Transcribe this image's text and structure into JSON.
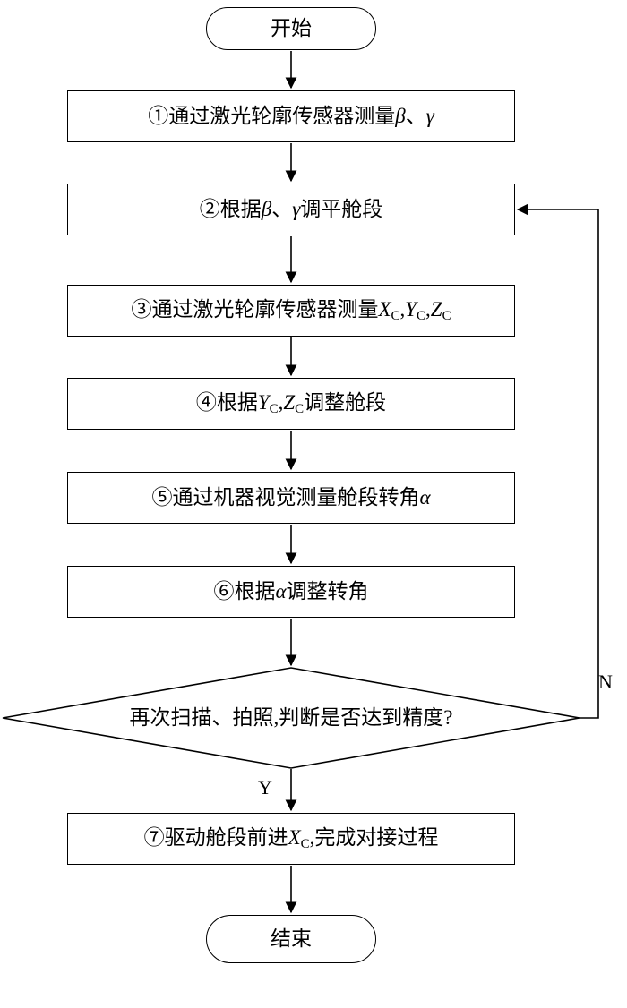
{
  "diagram": {
    "start": {
      "label": "开始"
    },
    "end": {
      "label": "结束"
    },
    "steps": [
      {
        "segments": [
          {
            "t": "①通过激光轮廓传感器测量"
          },
          {
            "t": "β",
            "style": "italic"
          },
          {
            "t": "、"
          },
          {
            "t": "γ",
            "style": "italic"
          }
        ]
      },
      {
        "segments": [
          {
            "t": "②根据"
          },
          {
            "t": "β",
            "style": "italic"
          },
          {
            "t": "、"
          },
          {
            "t": "γ",
            "style": "italic"
          },
          {
            "t": "调平舱段"
          }
        ]
      },
      {
        "segments": [
          {
            "t": "③通过激光轮廓传感器测量"
          },
          {
            "t": "X",
            "style": "italic"
          },
          {
            "t": "C",
            "style": "sub"
          },
          {
            "t": ","
          },
          {
            "t": "Y",
            "style": "italic"
          },
          {
            "t": "C",
            "style": "sub"
          },
          {
            "t": ","
          },
          {
            "t": "Z",
            "style": "italic"
          },
          {
            "t": "C",
            "style": "sub"
          }
        ]
      },
      {
        "segments": [
          {
            "t": "④根据"
          },
          {
            "t": "Y",
            "style": "italic"
          },
          {
            "t": "C",
            "style": "sub"
          },
          {
            "t": ","
          },
          {
            "t": "Z",
            "style": "italic"
          },
          {
            "t": "C",
            "style": "sub"
          },
          {
            "t": "调整舱段"
          }
        ]
      },
      {
        "segments": [
          {
            "t": "⑤通过机器视觉测量舱段转角"
          },
          {
            "t": "α",
            "style": "italic"
          }
        ]
      },
      {
        "segments": [
          {
            "t": "⑥根据"
          },
          {
            "t": "α",
            "style": "italic"
          },
          {
            "t": "调整转角"
          }
        ]
      },
      {
        "segments": [
          {
            "t": "⑦驱动舱段前进"
          },
          {
            "t": "X",
            "style": "italic"
          },
          {
            "t": "C",
            "style": "sub"
          },
          {
            "t": ",完成对接过程"
          }
        ]
      }
    ],
    "decision": {
      "label": "再次扫描、拍照,判断是否达到精度?"
    },
    "branches": {
      "yes": "Y",
      "no": "N"
    },
    "colors": {
      "stroke": "#000000",
      "background": "#ffffff"
    }
  }
}
